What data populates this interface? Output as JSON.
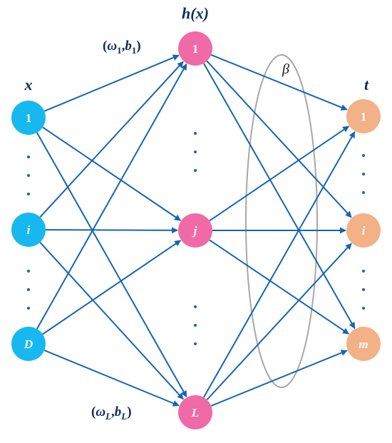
{
  "diagram": {
    "colors": {
      "input": "#17b8f0",
      "hidden": "#ef6aa6",
      "output": "#f2b186",
      "edge": "#1565b4",
      "text": "#0d2a5c",
      "ellipse": "#a8a8a8"
    },
    "layers": {
      "input": {
        "title": "x",
        "nodes": [
          "1",
          "i",
          "D"
        ]
      },
      "hidden": {
        "title": "h(x)",
        "nodes": [
          "1",
          "j",
          "L"
        ]
      },
      "output": {
        "title": "t",
        "nodes": [
          "1",
          "i",
          "m"
        ]
      }
    },
    "ellipsis": "⋮",
    "annotations": {
      "weight_top": "(ω1,b1)",
      "weight_bottom": "(ωL,bL)",
      "beta": "β"
    }
  }
}
